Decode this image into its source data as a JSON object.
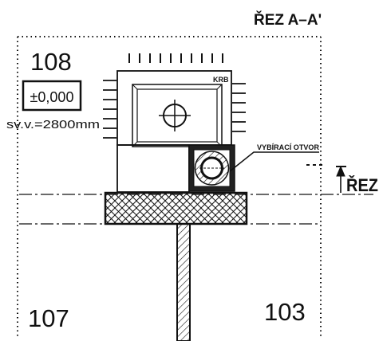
{
  "drawing": {
    "section_title": "ŘEZ A–A'",
    "section_mark_label": "ŘEZ",
    "rooms": {
      "top_left": "108",
      "bottom_left": "107",
      "bottom_right": "103"
    },
    "level_box": "±0,000",
    "clear_height": "sv.v.=2800mm",
    "fireplace_label": "KRB",
    "opening_label": "VYBÍRACÍ OTVOR",
    "colors": {
      "ink": "#111111",
      "paper": "#ffffff"
    }
  }
}
